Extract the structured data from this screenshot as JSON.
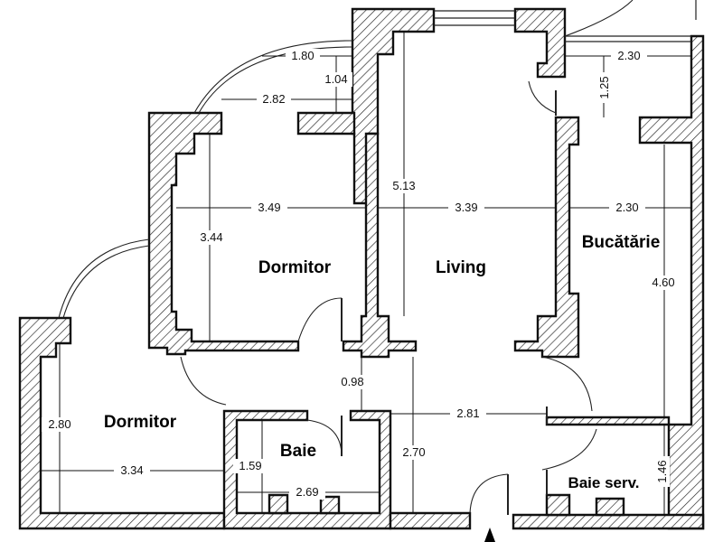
{
  "rooms": {
    "dormitor_top": "Dormitor",
    "living": "Living",
    "bucatarie": "Bucătărie",
    "dormitor_bottom": "Dormitor",
    "baie": "Baie",
    "baie_serv": "Baie serv."
  },
  "dimensions": {
    "d_1_80": "1.80",
    "d_1_04": "1.04",
    "d_2_82": "2.82",
    "d_2_30_top": "2.30",
    "d_1_25": "1.25",
    "d_5_13": "5.13",
    "d_3_49": "3.49",
    "d_3_39": "3.39",
    "d_2_30_mid": "2.30",
    "d_3_44": "3.44",
    "d_4_60": "4.60",
    "d_0_98": "0.98",
    "d_2_81": "2.81",
    "d_2_80": "2.80",
    "d_3_34": "3.34",
    "d_1_59": "1.59",
    "d_2_69": "2.69",
    "d_2_70": "2.70",
    "d_1_46": "1.46"
  },
  "colors": {
    "wall_stroke": "#111111",
    "hatch": "#222222",
    "text": "#000000"
  }
}
